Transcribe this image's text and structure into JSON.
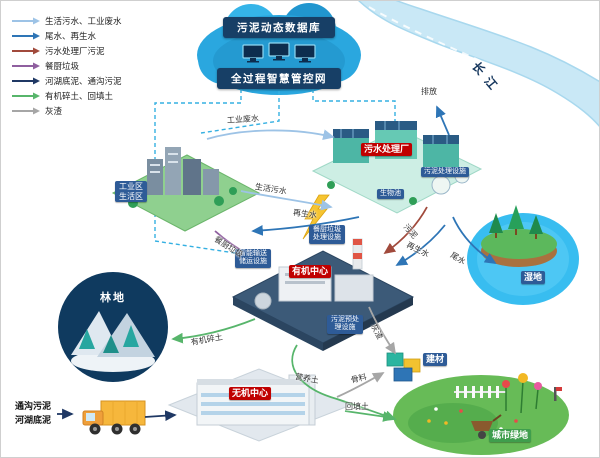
{
  "colors": {
    "sewage": "#9dc3e6",
    "reclaimed": "#2e75b6",
    "plant_sludge": "#a14a3c",
    "food_waste": "#8f5f9f",
    "dredge": "#1f3864",
    "soil": "#57b56b",
    "ash": "#a6a6a6",
    "accent_navy": "#173f66",
    "accent_red": "#c00000",
    "cloud_blue": "#2aa7df",
    "river_blue": "#c9e8f6"
  },
  "legend": {
    "items": [
      {
        "label": "生活污水、工业废水",
        "color": "#9dc3e6"
      },
      {
        "label": "尾水、再生水",
        "color": "#2e75b6"
      },
      {
        "label": "污水处理厂污泥",
        "color": "#a14a3c"
      },
      {
        "label": "餐厨垃圾",
        "color": "#8f5f9f"
      },
      {
        "label": "河湖底泥、通沟污泥",
        "color": "#1f3864"
      },
      {
        "label": "有机碎土、回填土",
        "color": "#57b56b"
      },
      {
        "label": "灰渣",
        "color": "#a6a6a6"
      }
    ]
  },
  "header": {
    "database_title": "污泥动态数据库",
    "network_title": "全过程智慧管控网"
  },
  "river": {
    "name": "长江"
  },
  "nodes": {
    "industrial": {
      "label": "工业区生活区"
    },
    "wwtp": {
      "label": "污水处理厂",
      "facility_top": "污泥处理设施",
      "facility_bottom": "生物池"
    },
    "organic": {
      "label": "有机中心",
      "facility_left": "智能输送储运设施",
      "facility_top": "餐厨垃圾处理设施",
      "facility_bottom": "污泥预处理设施"
    },
    "inorganic": {
      "label": "无机中心"
    },
    "wetland": {
      "label": "湿地"
    },
    "forest": {
      "label": "林地"
    },
    "materials": {
      "label": "建材"
    },
    "green_space": {
      "label": "城市绿地"
    },
    "dredge_source": {
      "line1": "通沟污泥",
      "line2": "河湖底泥"
    }
  },
  "flow_labels": {
    "discharge": "排放",
    "industrial_wastewater": "工业废水",
    "domestic_sewage": "生活污水",
    "reclaimed_left": "再生水",
    "reclaimed_right": "再生水",
    "tail_water": "尾水",
    "sludge": "污泥",
    "food_waste": "餐厨垃圾",
    "organic_soil": "有机碎土",
    "nutrient_soil": "营养土",
    "backfill_soil": "回填土",
    "ash": "灰渣",
    "aggregate": "骨料"
  }
}
